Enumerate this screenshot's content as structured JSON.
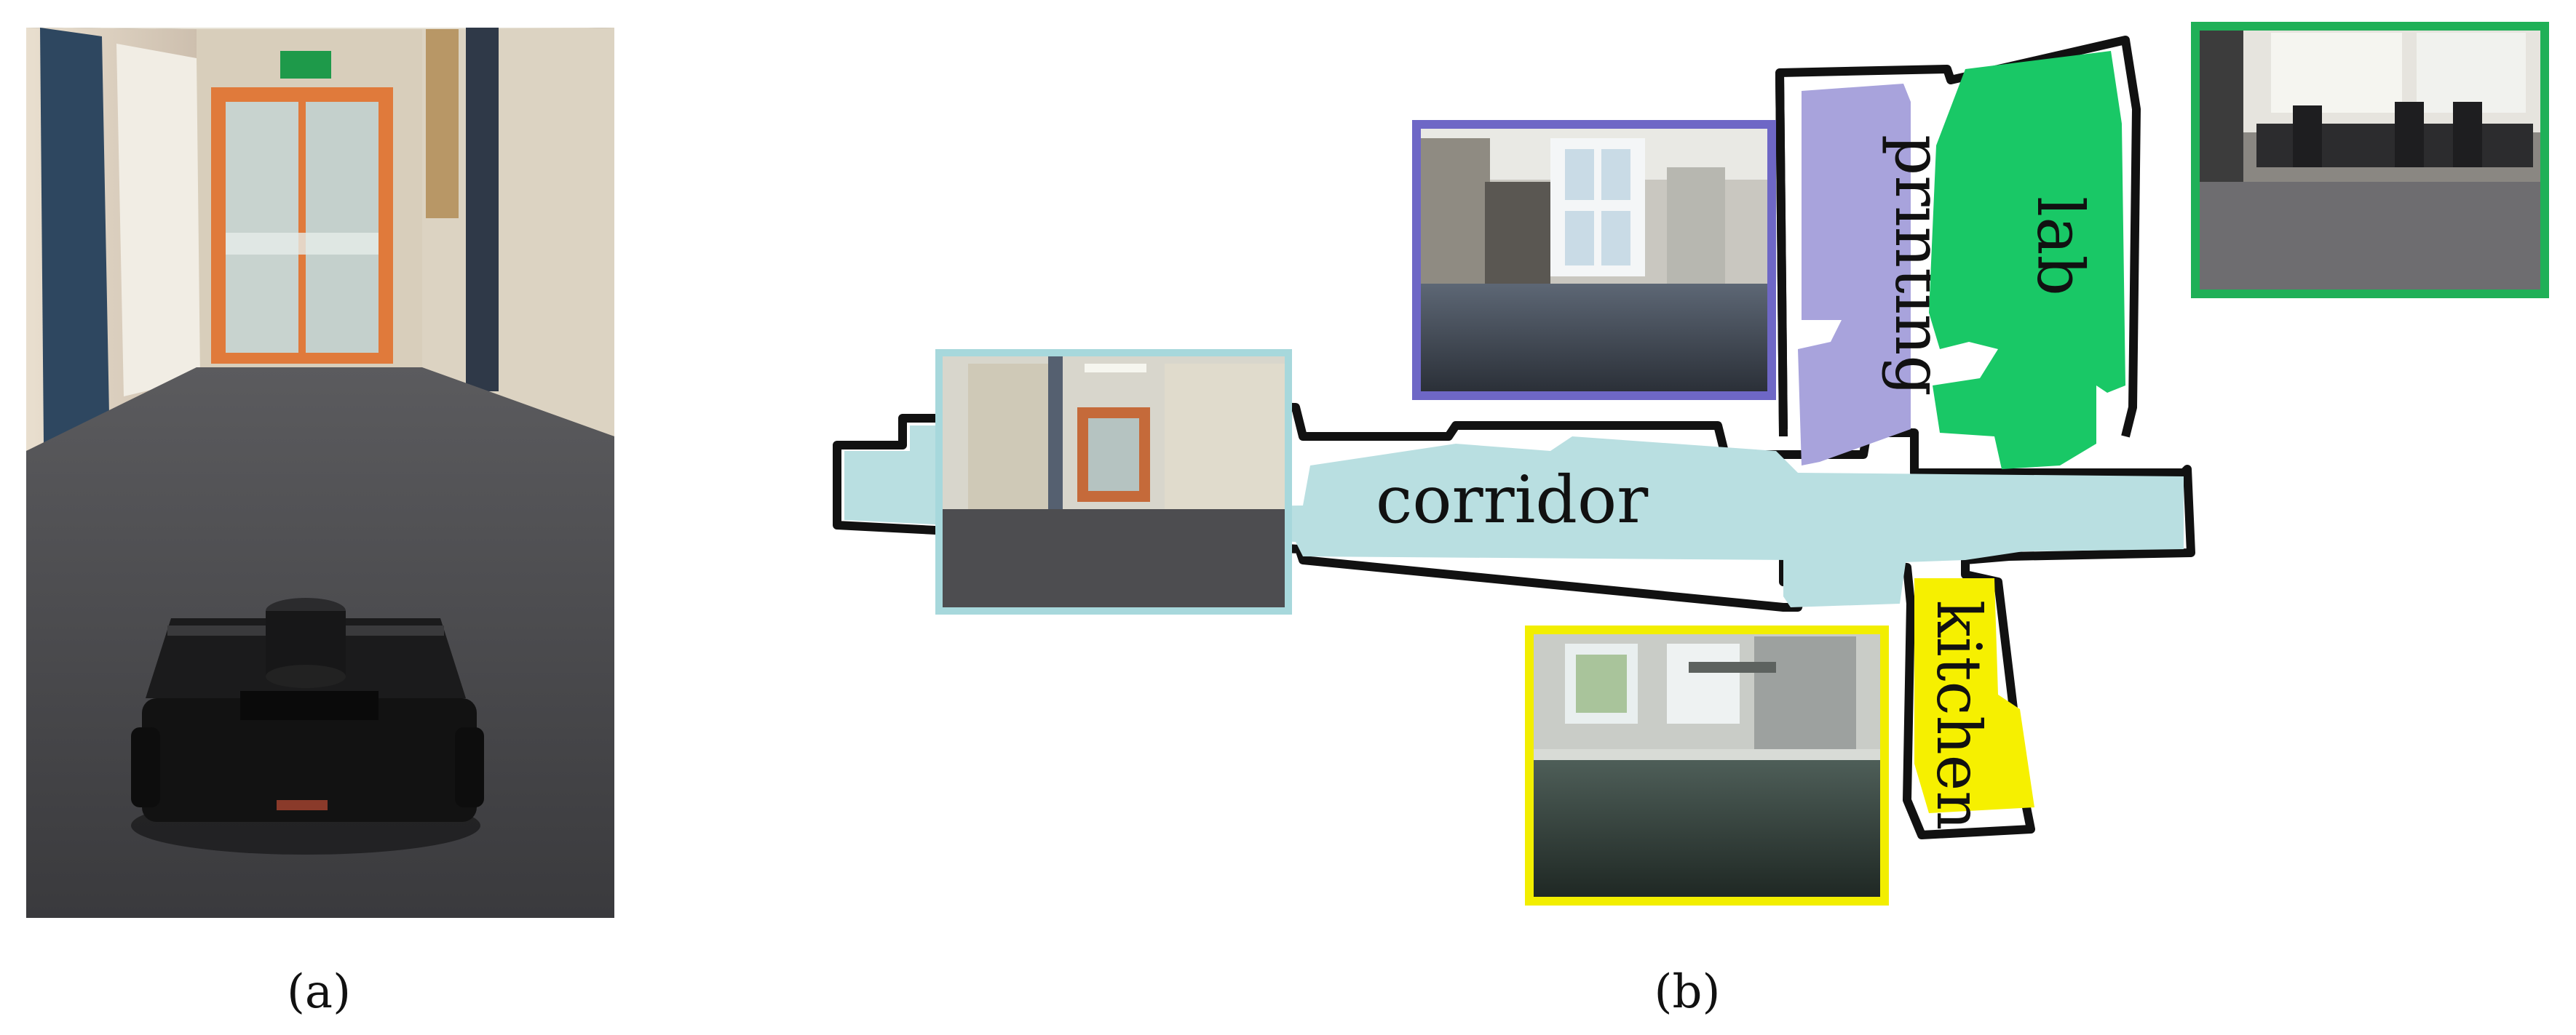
{
  "figure": {
    "panels": [
      {
        "caption": "(a)"
      },
      {
        "caption": "(b)"
      }
    ],
    "rooms": {
      "corridor": {
        "label": "corridor",
        "color": "#b9dfe1"
      },
      "printing": {
        "label": "printing",
        "color": "#a8a3dc"
      },
      "lab": {
        "label": "lab",
        "color": "#19c866"
      },
      "kitchen": {
        "label": "kitchen",
        "color": "#f6f000"
      }
    },
    "photo_frames": {
      "corridor": "#a7d8dc",
      "printing": "#6e67c6",
      "lab": "#1fb057",
      "kitchen": "#f2ee00"
    }
  }
}
